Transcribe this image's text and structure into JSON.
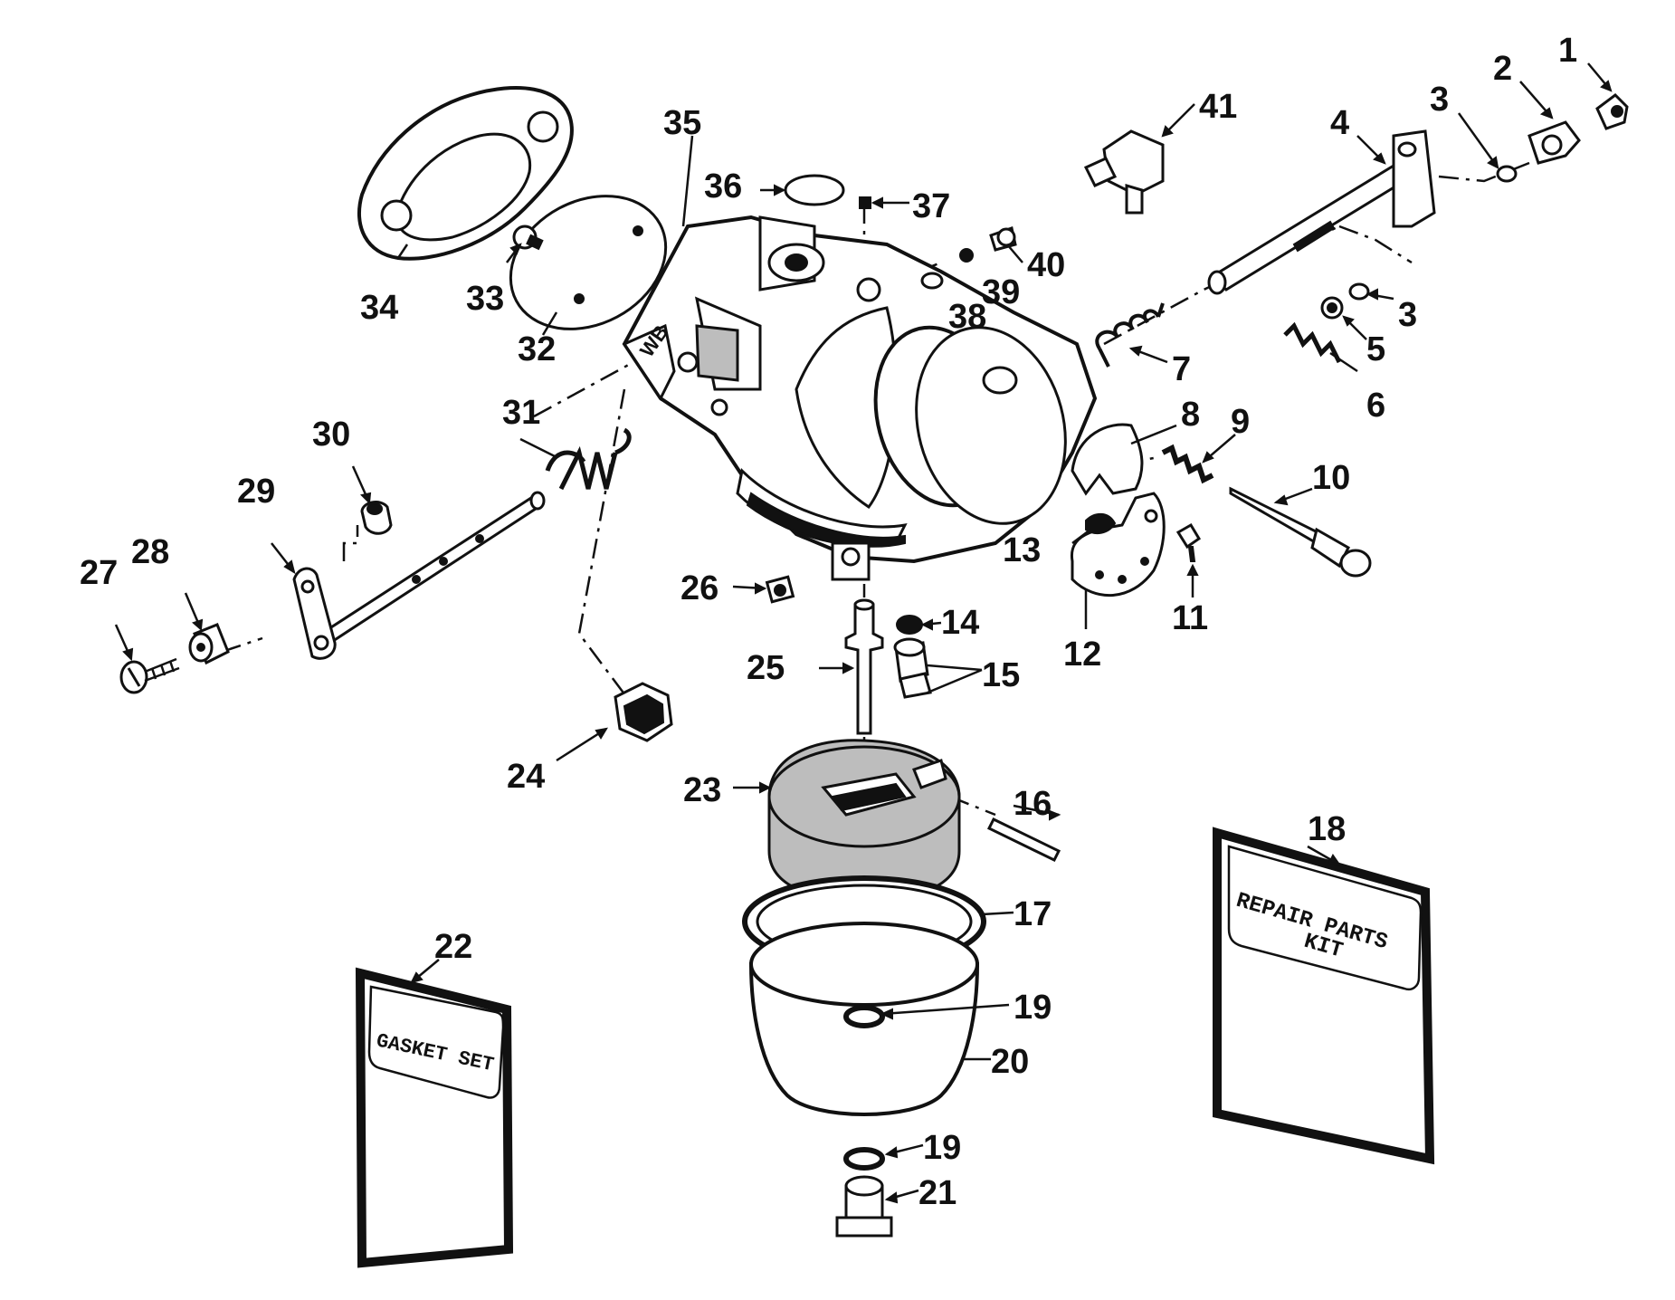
{
  "kits": {
    "gasket_set": "GASKET SET",
    "repair_line1": "REPAIR PARTS",
    "repair_line2": "KIT"
  },
  "body_marks": {
    "wb": "WB"
  },
  "callouts": [
    {
      "id": "1",
      "text": "1"
    },
    {
      "id": "2",
      "text": "2"
    },
    {
      "id": "3a",
      "text": "3"
    },
    {
      "id": "3b",
      "text": "3"
    },
    {
      "id": "4",
      "text": "4"
    },
    {
      "id": "5",
      "text": "5"
    },
    {
      "id": "6",
      "text": "6"
    },
    {
      "id": "7",
      "text": "7"
    },
    {
      "id": "8",
      "text": "8"
    },
    {
      "id": "9",
      "text": "9"
    },
    {
      "id": "10",
      "text": "10"
    },
    {
      "id": "11",
      "text": "11"
    },
    {
      "id": "12",
      "text": "12"
    },
    {
      "id": "13",
      "text": "13"
    },
    {
      "id": "14",
      "text": "14"
    },
    {
      "id": "15",
      "text": "15"
    },
    {
      "id": "16",
      "text": "16"
    },
    {
      "id": "17",
      "text": "17"
    },
    {
      "id": "18",
      "text": "18"
    },
    {
      "id": "19a",
      "text": "19"
    },
    {
      "id": "19b",
      "text": "19"
    },
    {
      "id": "20",
      "text": "20"
    },
    {
      "id": "21",
      "text": "21"
    },
    {
      "id": "22",
      "text": "22"
    },
    {
      "id": "23",
      "text": "23"
    },
    {
      "id": "24",
      "text": "24"
    },
    {
      "id": "25",
      "text": "25"
    },
    {
      "id": "26",
      "text": "26"
    },
    {
      "id": "27",
      "text": "27"
    },
    {
      "id": "28",
      "text": "28"
    },
    {
      "id": "29",
      "text": "29"
    },
    {
      "id": "30",
      "text": "30"
    },
    {
      "id": "31",
      "text": "31"
    },
    {
      "id": "32",
      "text": "32"
    },
    {
      "id": "33",
      "text": "33"
    },
    {
      "id": "34",
      "text": "34"
    },
    {
      "id": "35",
      "text": "35"
    },
    {
      "id": "36",
      "text": "36"
    },
    {
      "id": "37",
      "text": "37"
    },
    {
      "id": "38",
      "text": "38"
    },
    {
      "id": "39",
      "text": "39"
    },
    {
      "id": "40",
      "text": "40"
    },
    {
      "id": "41",
      "text": "41"
    }
  ]
}
